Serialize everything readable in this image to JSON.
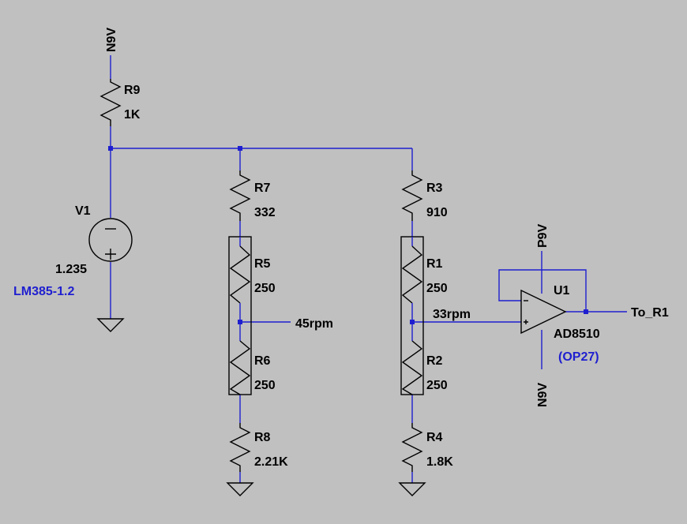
{
  "schematic": {
    "nets": {
      "supply_top": "N9V",
      "opamp_pos_supply": "P9V",
      "opamp_neg_supply": "N9V",
      "node_45": "45rpm",
      "node_33": "33rpm",
      "output": "To_R1"
    },
    "components": {
      "r9": {
        "name": "R9",
        "value": "1K"
      },
      "v1": {
        "name": "V1",
        "value": "1.235",
        "model": "LM385-1.2"
      },
      "r7": {
        "name": "R7",
        "value": "332"
      },
      "r5": {
        "name": "R5",
        "value": "250"
      },
      "r6": {
        "name": "R6",
        "value": "250"
      },
      "r8": {
        "name": "R8",
        "value": "2.21K"
      },
      "r3": {
        "name": "R3",
        "value": "910"
      },
      "r1": {
        "name": "R1",
        "value": "250"
      },
      "r2": {
        "name": "R2",
        "value": "250"
      },
      "r4": {
        "name": "R4",
        "value": "1.8K"
      },
      "u1": {
        "name": "U1",
        "model": "AD8510",
        "alt_model": "(OP27)"
      }
    }
  }
}
